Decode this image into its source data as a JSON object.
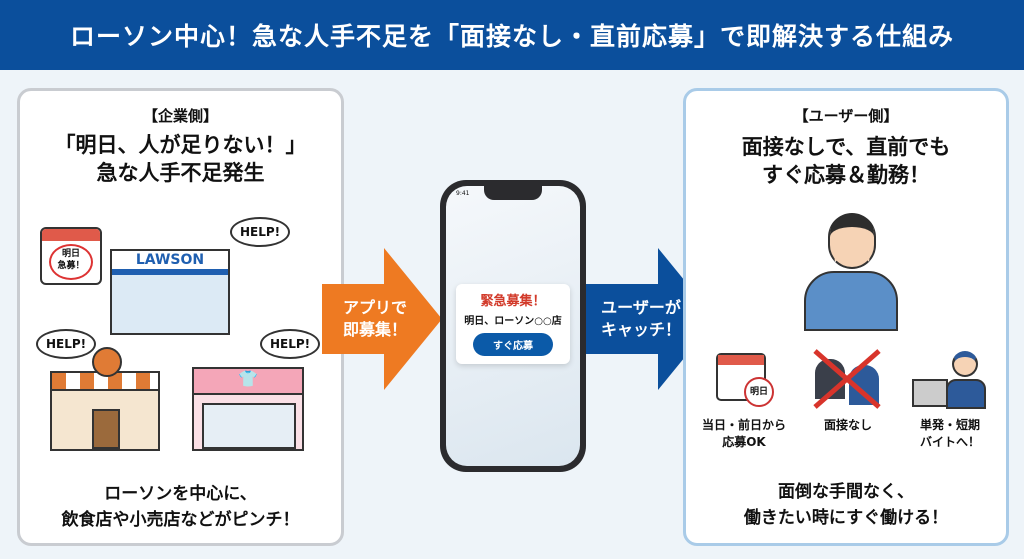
{
  "title": "ローソン中心！急な人手不足を「面接なし・直前応募」で即解決する仕組み",
  "left": {
    "tag": "【企業側】",
    "headline1": "「明日、人が足りない！」",
    "headline2": "急な人手不足発生",
    "calendar_text1": "明日",
    "calendar_text2": "急募！",
    "store_sign": "LAWSON",
    "help": "HELP!",
    "footer1": "ローソンを中心に、",
    "footer2": "飲食店や小売店などがピンチ！"
  },
  "arrow_left": {
    "line1": "アプリで",
    "line2": "即募集！",
    "color": "#ee7a22"
  },
  "phone": {
    "time": "9:41",
    "alert": "緊急募集！",
    "store": "明日、ローソン○○店",
    "button": "すぐ応募"
  },
  "arrow_right": {
    "line1": "ユーザーが",
    "line2": "キャッチ！",
    "color": "#0b4f9c"
  },
  "right": {
    "tag": "【ユーザー側】",
    "headline1": "面接なしで、直前でも",
    "headline2": "すぐ応募＆勤務！",
    "calendar_text": "明日",
    "features": [
      {
        "line1": "当日・前日から",
        "line2": "応募OK"
      },
      {
        "line1": "面接なし",
        "line2": ""
      },
      {
        "line1": "単発・短期",
        "line2": "バイトへ！"
      }
    ],
    "footer1": "面倒な手間なく、",
    "footer2": "働きたい時にすぐ働ける！"
  }
}
